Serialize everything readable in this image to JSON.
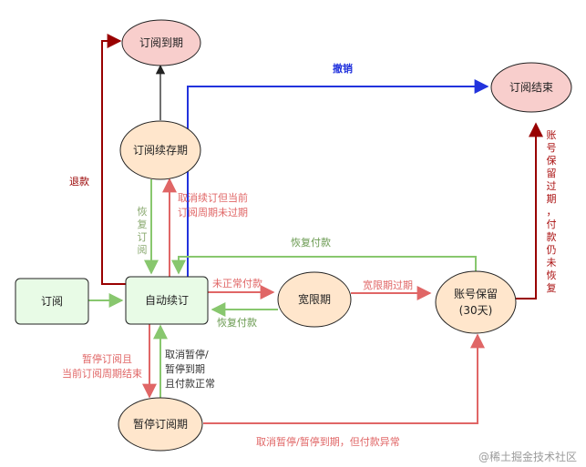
{
  "nodes": {
    "subscribe": "订阅",
    "auto_renew": "自动续订",
    "renewal_period": "订阅续存期",
    "subscription_expired": "订阅到期",
    "subscription_ended": "订阅结束",
    "grace_period": "宽限期",
    "account_hold_line1": "账号保留",
    "account_hold_line2": "(30天)",
    "pause_period": "暂停订阅期"
  },
  "edges": {
    "refund": "退款",
    "revoke": "撤销",
    "restore_sub_v": [
      "恢",
      "复",
      "订",
      "阅"
    ],
    "cancel_renew_l1": "取消续订但当前",
    "cancel_renew_l2": "订阅周期未过期",
    "restore_payment_top": "恢复付款",
    "payment_failed": "未正常付款",
    "grace_expired": "宽限期过期",
    "restore_payment_bottom": "恢复付款",
    "pause_l1": "暂停订阅且",
    "pause_l2": "当前订阅周期结束",
    "cancel_pause_l1": "取消暂停/",
    "cancel_pause_l2": "暂停到期",
    "cancel_pause_l3": "且付款正常",
    "cancel_pause_failed": "取消暂停/暂停到期，但付款异常",
    "account_hold_v": [
      "账",
      "号",
      "保",
      "留",
      "过",
      "期",
      "，",
      "付",
      "款",
      "仍",
      "未",
      "恢",
      "复"
    ]
  },
  "colors": {
    "blue": "#2233dd",
    "green": "#88c76e",
    "red": "#e06666",
    "dark_red": "#990000",
    "dark_red_text": "#aa1111",
    "black": "#222222",
    "node_pink": "#f8cecc",
    "node_orange": "#ffe6cc",
    "node_green": "#e8fbe6"
  },
  "watermark": "@稀土掘金技术社区"
}
